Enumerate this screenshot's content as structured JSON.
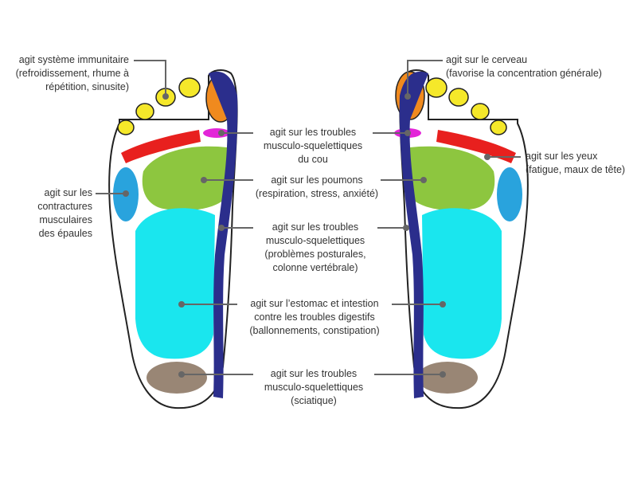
{
  "colors": {
    "outline": "#222222",
    "spine": "#2b2e8c",
    "toe": "#f5e82a",
    "brain": "#f08a1e",
    "neck": "#e325d8",
    "eyes_band": "#e8201e",
    "lungs": "#8dc63f",
    "shoulder": "#29a3dd",
    "stomach": "#1ae6ee",
    "sciatic": "#998675",
    "leader": "#666666",
    "dot": "#666666",
    "text": "#333333"
  },
  "labels": {
    "immune": [
      "agit système immunitaire",
      "(refroidissement, rhume à",
      "répétition, sinusite)"
    ],
    "brain": [
      "agit sur le cerveau",
      "(favorise la concentration générale)"
    ],
    "neck": [
      "agit sur les troubles",
      "musculo-squelettiques",
      "du cou"
    ],
    "eyes": [
      "agit sur les yeux",
      "(fatigue, maux de tête)"
    ],
    "lungs": [
      "agit sur les poumons",
      "(respiration, stress, anxiété)"
    ],
    "shoulders": [
      "agit sur les",
      "contractures",
      "musculaires",
      "des épaules"
    ],
    "spine": [
      "agit sur les troubles",
      "musculo-squelettiques",
      "(problèmes posturales,",
      "colonne vertébrale)"
    ],
    "stomach": [
      "agit sur l’estomac et intestion",
      "contre les troubles digestifs",
      "(ballonnements, constipation)"
    ],
    "sciatic": [
      "agit sur les troubles",
      "musculo-squelettiques",
      "(sciatique)"
    ]
  }
}
